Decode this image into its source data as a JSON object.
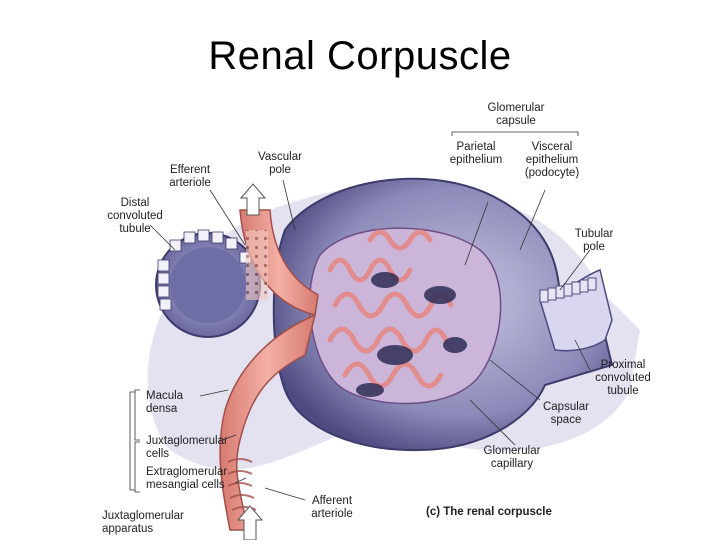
{
  "slide": {
    "title": "Renal Corpuscle"
  },
  "labels": {
    "glomerular_capsule": "Glomerular\ncapsule",
    "parietal_epithelium": "Parietal\nepithelium",
    "visceral_epithelium": "Visceral\nepithelium\n(podocyte)",
    "efferent_arteriole": "Efferent\narteriole",
    "vascular_pole": "Vascular\npole",
    "distal_convoluted_tubule": "Distal\nconvoluted\ntubule",
    "tubular_pole": "Tubular\npole",
    "proximal_convoluted_tubule": "Proximal\nconvoluted\ntubule",
    "capsular_space": "Capsular\nspace",
    "glomerular_capillary": "Glomerular\ncapillary",
    "macula_densa": "Macula\ndensa",
    "juxtaglomerular_cells": "Juxtaglomerular\ncells",
    "extraglomerular_mesangial_cells": "Extraglomerular\nmesangial cells",
    "juxtaglomerular_apparatus": "Juxtaglomerular\napparatus",
    "afferent_arteriole": "Afferent\narteriole",
    "figure_caption": "(c) The renal corpuscle"
  },
  "colors": {
    "capsule_outer": "#5b5a8e",
    "capsule_space": "#8c8ab8",
    "capillary_pink": "#e9a6a6",
    "arteriole_red": "#e88f82",
    "podocyte_purple": "#c9b6d8"
  }
}
